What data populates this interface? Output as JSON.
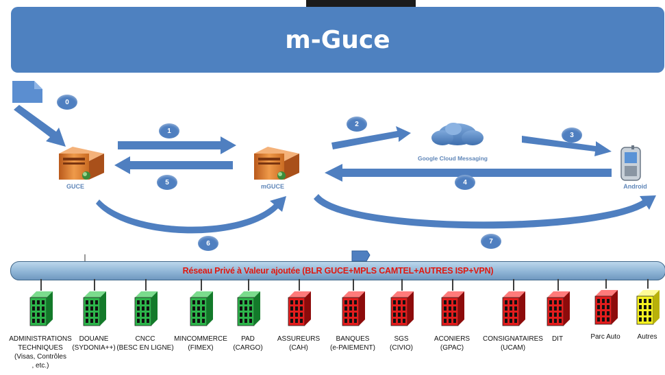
{
  "header": {
    "title": "m-Guce"
  },
  "diagram": {
    "nodes": {
      "guce": "GUCE",
      "mguce": "mGUCE",
      "gcm": "Google Cloud Messaging",
      "android": "Android"
    },
    "steps": [
      "0",
      "1",
      "2",
      "3",
      "4",
      "5",
      "6",
      "7"
    ],
    "colors": {
      "arrow": "#4f7fc0",
      "server": "#e0823a",
      "gov": "#2aa845",
      "private": "#d81b1b",
      "other": "#f2f21a"
    }
  },
  "network": {
    "title": "Réseau Privé à Valeur ajoutée (BLR GUCE+MPLS CAMTEL+AUTRES ISP+VPN)"
  },
  "entities": [
    {
      "name": "ADMINISTRATIONS",
      "sub": "TECHNIQUES",
      "sub2": "(Visas, Contrôles",
      "sub3": ", etc.)",
      "color": "green"
    },
    {
      "name": "DOUANE",
      "sub": "(SYDONIA++)",
      "color": "green"
    },
    {
      "name": "CNCC",
      "sub": "(BESC EN LIGNE)",
      "color": "green"
    },
    {
      "name": "MINCOMMERCE",
      "sub": "(FIMEX)",
      "color": "green"
    },
    {
      "name": "PAD",
      "sub": "(CARGO)",
      "color": "green"
    },
    {
      "name": "ASSUREURS",
      "sub": "(CAH)",
      "color": "red"
    },
    {
      "name": "BANQUES",
      "sub": "(e-PAIEMENT)",
      "color": "red"
    },
    {
      "name": "SGS",
      "sub": "(CIVIO)",
      "color": "red"
    },
    {
      "name": "ACONIERS",
      "sub": "(GPAC)",
      "color": "red"
    },
    {
      "name": "CONSIGNATAIRES",
      "sub": "(UCAM)",
      "color": "red"
    },
    {
      "name": "DIT",
      "color": "red"
    },
    {
      "name": "Parc Auto",
      "color": "red"
    },
    {
      "name": "Autres",
      "color": "yellow"
    }
  ]
}
